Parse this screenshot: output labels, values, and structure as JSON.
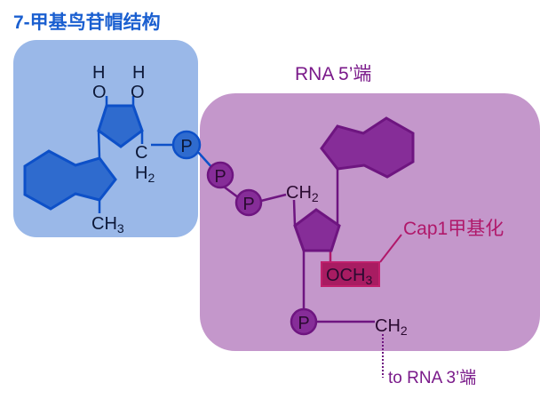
{
  "title": "7-甲基鸟苷帽结构",
  "rna5_label": "RNA 5’端",
  "rna3_label": "to RNA 3’端",
  "cap1_label": "Cap1甲基化",
  "atoms": {
    "h": "H",
    "o": "O",
    "c": "C",
    "h2": "H",
    "sub2": "2",
    "ch": "CH",
    "sub3": "3",
    "och": "OCH",
    "p": "P"
  },
  "colors": {
    "title": "#1a5fd0",
    "blue_box": "#9ab8e8",
    "purple_box": "#c497cb",
    "blue_shape": "#2f6bce",
    "purple_shape": "#862d98",
    "magenta": "#b0186a"
  }
}
